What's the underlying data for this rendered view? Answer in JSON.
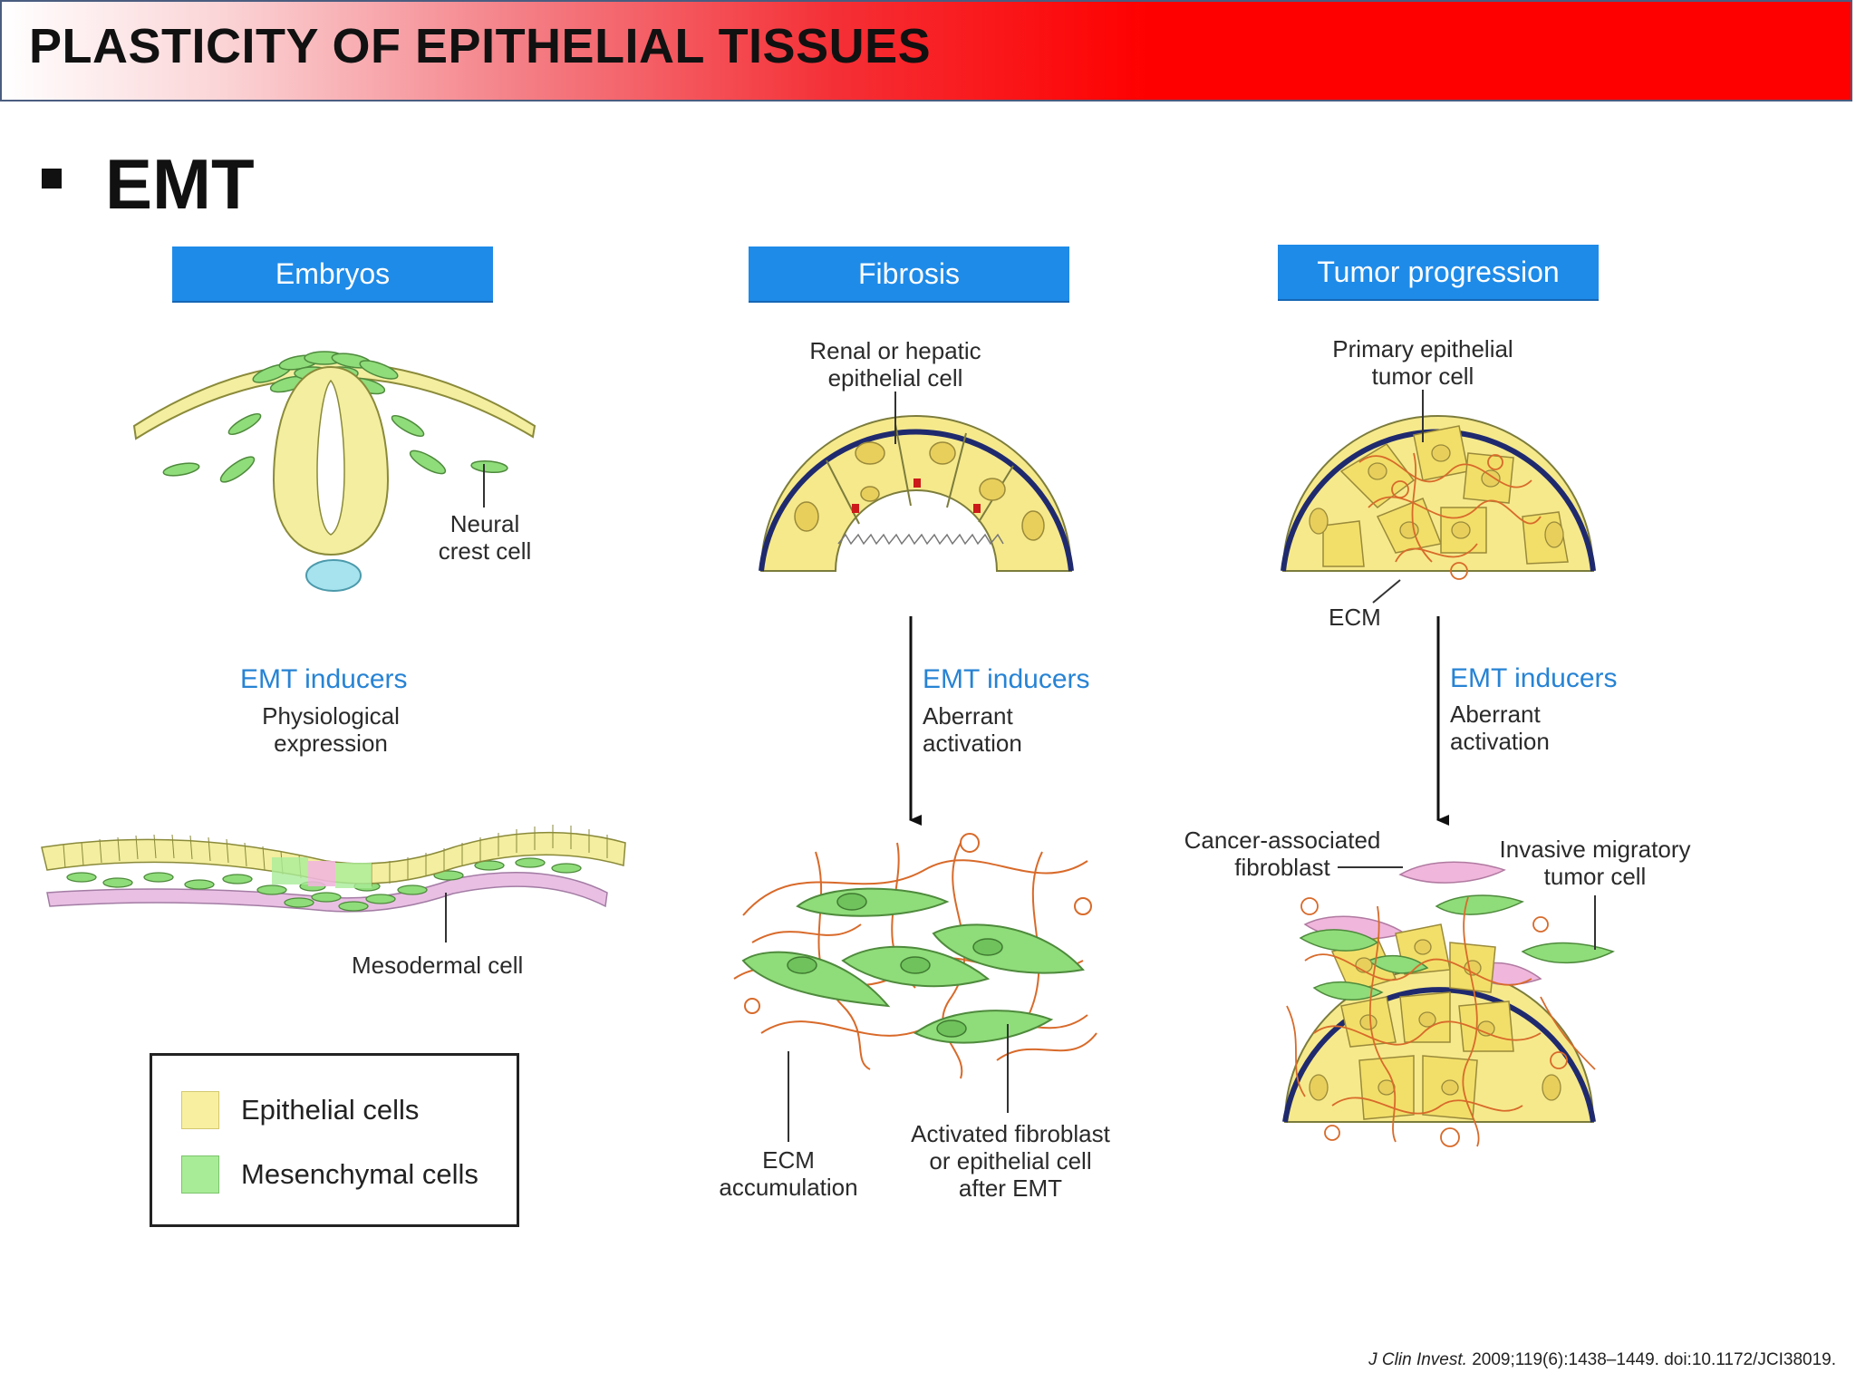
{
  "slide": {
    "title": "PLASTICITY OF EPITHELIAL TISSUES",
    "bullet": "EMT"
  },
  "panels": {
    "embryos": {
      "header": "Embryos",
      "neural_crest_line1": "Neural",
      "neural_crest_line2": "crest cell",
      "inducers_title": "EMT inducers",
      "inducers_line1": "Physiological",
      "inducers_line2": "expression",
      "mesodermal": "Mesodermal cell"
    },
    "fibrosis": {
      "header": "Fibrosis",
      "cell_line1": "Renal or hepatic",
      "cell_line2": "epithelial cell",
      "inducers_title": "EMT inducers",
      "inducers_line1": "Aberrant",
      "inducers_line2": "activation",
      "ecm_line1": "ECM",
      "ecm_line2": "accumulation",
      "fib_line1": "Activated fibroblast",
      "fib_line2": "or epithelial cell",
      "fib_line3": "after EMT"
    },
    "tumor": {
      "header": "Tumor progression",
      "cell_line1": "Primary epithelial",
      "cell_line2": "tumor cell",
      "ecm": "ECM",
      "inducers_title": "EMT inducers",
      "inducers_line1": "Aberrant",
      "inducers_line2": "activation",
      "caf_line1": "Cancer-associated",
      "caf_line2": "fibroblast",
      "inv_line1": "Invasive migratory",
      "inv_line2": "tumor cell"
    }
  },
  "legend": {
    "items": [
      {
        "label": "Epithelial cells",
        "color": "#f8f0a0"
      },
      {
        "label": "Mesenchymal cells",
        "color": "#a9ec98"
      }
    ]
  },
  "citation": {
    "journal": "J Clin Invest.",
    "rest": " 2009;119(6):1438–1449. doi:10.1172/JCI38019."
  },
  "colors": {
    "header_blue": "#1f8be8",
    "inducer_blue": "#2783d4",
    "epithelial_yellow": "#f3e88a",
    "mesenchymal_green": "#8fdc7a",
    "ecm_orange": "#d86a2a",
    "basement_navy": "#1f2a6e",
    "fibroblast_pink": "#f0b6dc"
  }
}
